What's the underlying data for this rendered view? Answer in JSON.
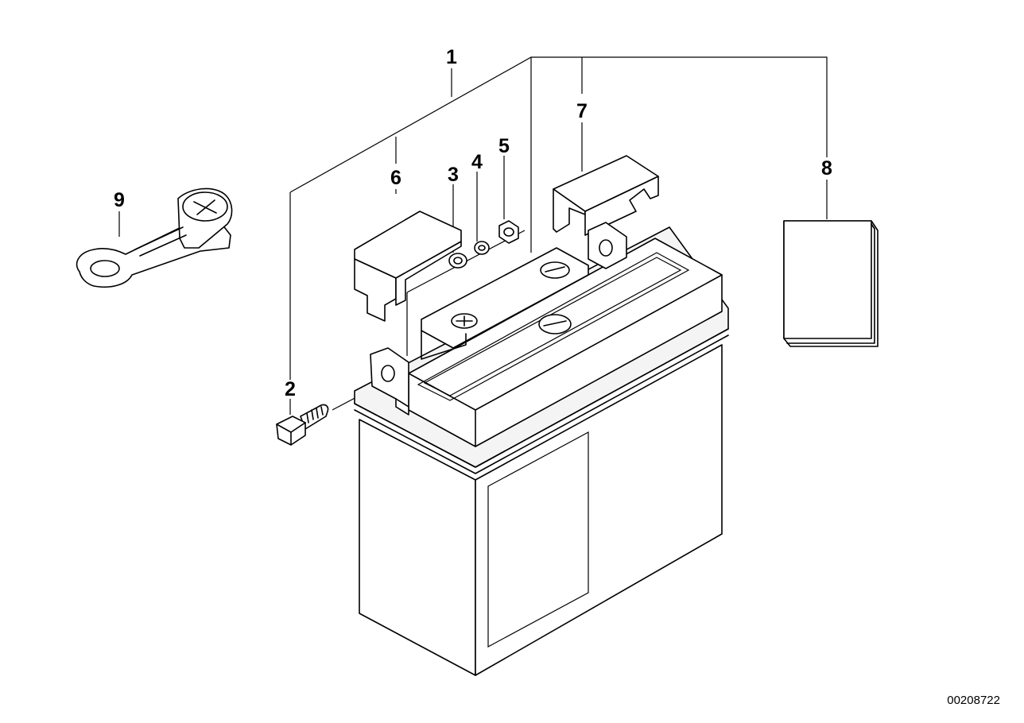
{
  "diagram": {
    "diagram_code": "00208722",
    "callouts": [
      {
        "id": "1",
        "label": "1"
      },
      {
        "id": "2",
        "label": "2"
      },
      {
        "id": "3",
        "label": "3"
      },
      {
        "id": "4",
        "label": "4"
      },
      {
        "id": "5",
        "label": "5"
      },
      {
        "id": "6",
        "label": "6"
      },
      {
        "id": "7",
        "label": "7"
      },
      {
        "id": "8",
        "label": "8"
      },
      {
        "id": "9",
        "label": "9"
      }
    ]
  }
}
